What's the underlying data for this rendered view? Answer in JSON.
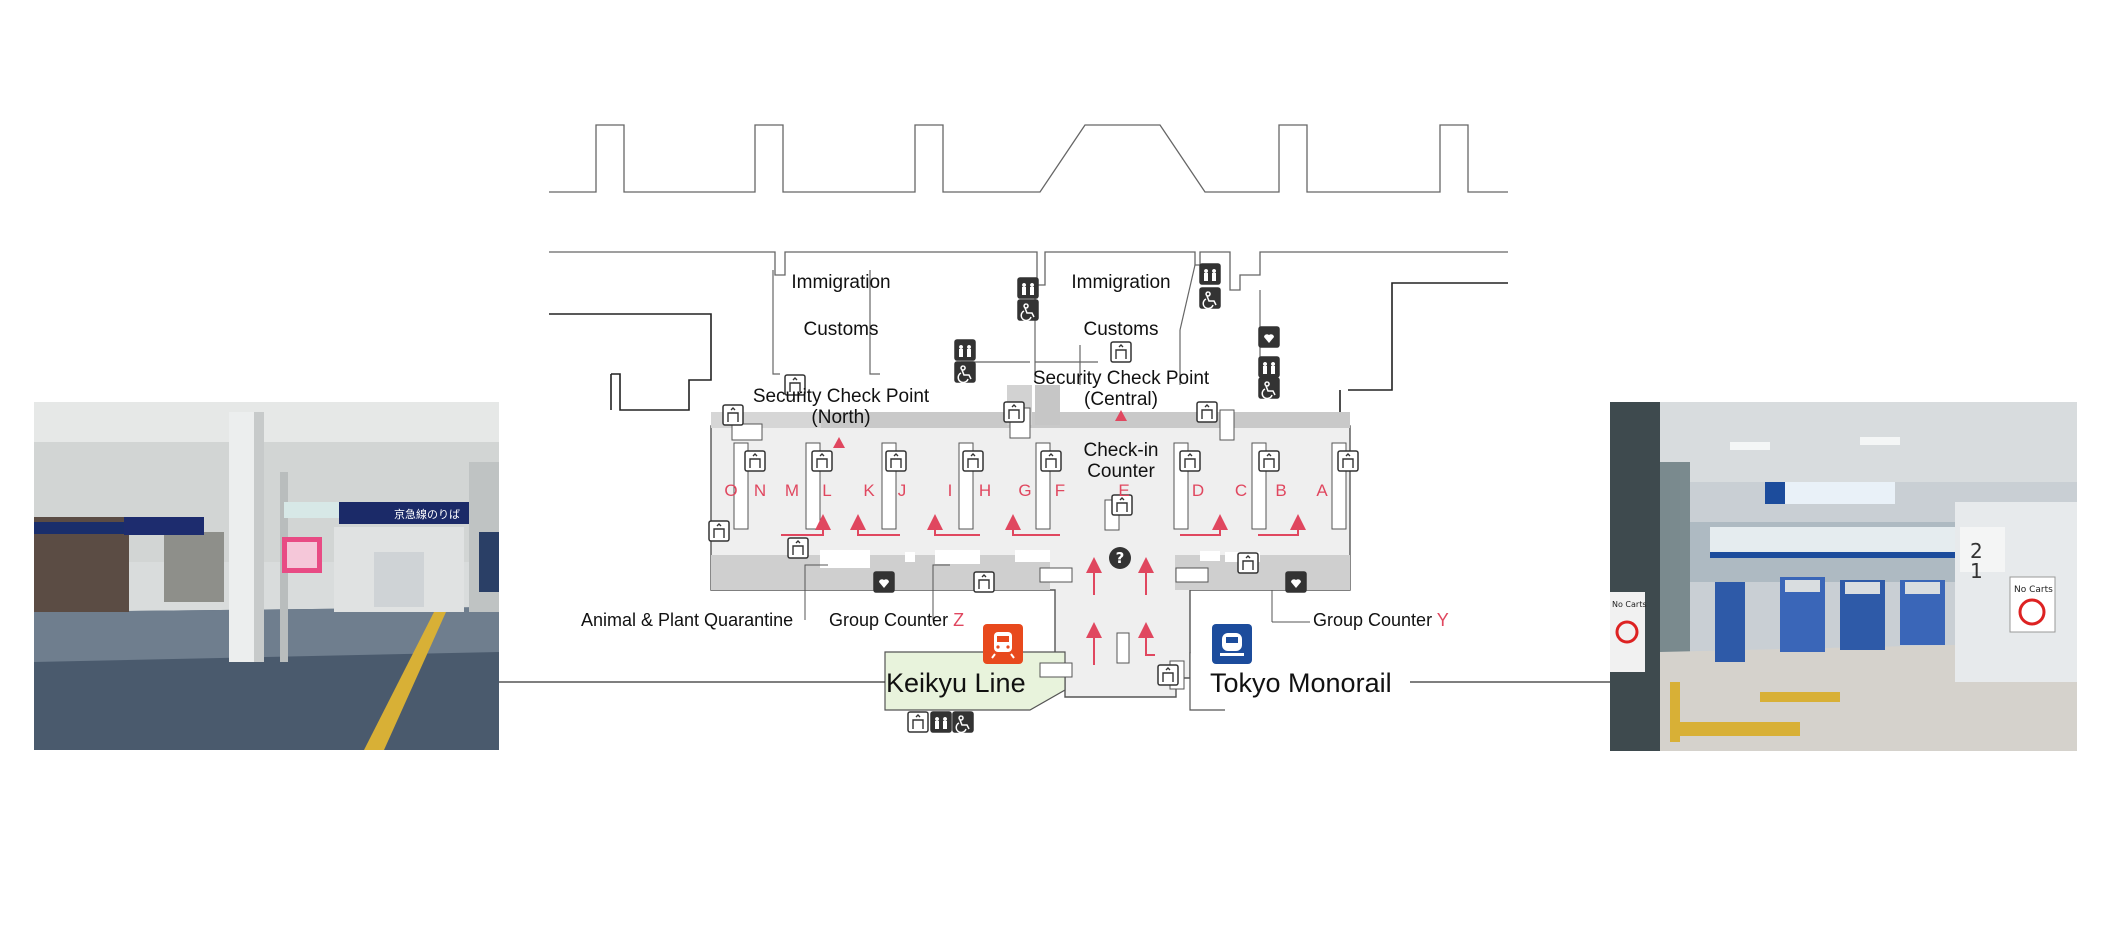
{
  "labels": {
    "immigration": "Immigration",
    "customs": "Customs",
    "security_north": "Security Check Point\n(North)",
    "security_central": "Security Check Point\n(Central)",
    "checkin": "Check-in\nCounter",
    "animal_plant": "Animal & Plant Quarantine",
    "group_counter": "Group Counter",
    "group_z": "Z",
    "group_y": "Y",
    "keikyu": "Keikyu Line",
    "monorail": "Tokyo Monorail",
    "aed": "AED",
    "info": "?"
  },
  "counter_letters": [
    "O",
    "N",
    "M",
    "L",
    "K",
    "J",
    "I",
    "H",
    "G",
    "F",
    "E",
    "D",
    "C",
    "B",
    "A"
  ],
  "photo_left_signs": {
    "kei_sign": "京急線のりば"
  },
  "photo_right_signs": {
    "no_carts": "No Carts",
    "numbers": [
      "2",
      "1"
    ]
  },
  "colors": {
    "route_arrow": "#e0475f",
    "keikyu_badge": "#e8491d",
    "monorail_badge": "#1c4c9c",
    "keikyu_area": "#e8f3dc",
    "floor": "#efefef",
    "wall_gray": "#c8c8c8",
    "icon_dark": "#333333"
  },
  "icons": [
    "elevator-icon",
    "restroom-icon",
    "accessible-restroom-icon",
    "aed-icon",
    "information-icon",
    "escalator-icon",
    "train-icon",
    "monorail-icon"
  ]
}
